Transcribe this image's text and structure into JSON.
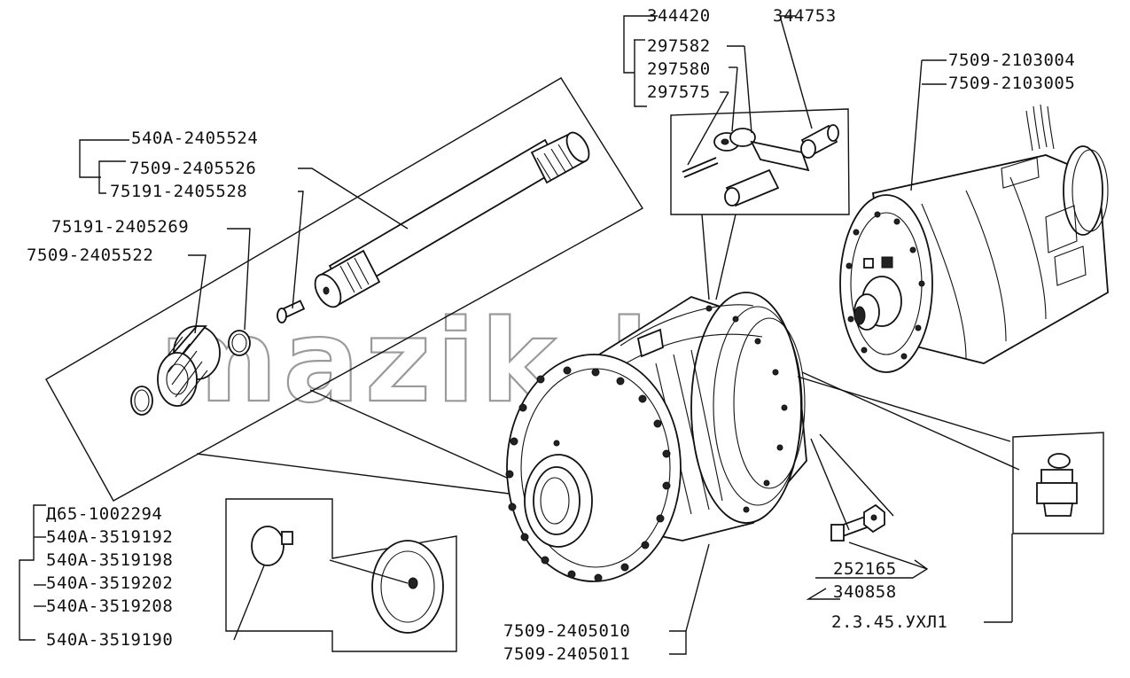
{
  "watermark": "mazik.by",
  "labels": {
    "a344420": "344420",
    "a344753": "344753",
    "a297582": "297582",
    "a297580": "297580",
    "a297575": "297575",
    "m7509_2103004": "7509-2103004",
    "m7509_2103005": "7509-2103005",
    "s540A_2405524": "540A-2405524",
    "s7509_2405526": "7509-2405526",
    "s75191_2405528": "75191-2405528",
    "r75191_2405269": "75191-2405269",
    "g7509_2405522": "7509-2405522",
    "d65_1002294": "Д65-1002294",
    "c540A_3519192": "540A-3519192",
    "c540A_3519198": "540A-3519198",
    "c540A_3519202": "540A-3519202",
    "c540A_3519208": "540A-3519208",
    "c540A_3519190": "540A-3519190",
    "h7509_2405010": "7509-2405010",
    "h7509_2405011": "7509-2405011",
    "b252165": "252165",
    "n340858": "340858",
    "f2345": "2.3.45.УХЛ1"
  }
}
